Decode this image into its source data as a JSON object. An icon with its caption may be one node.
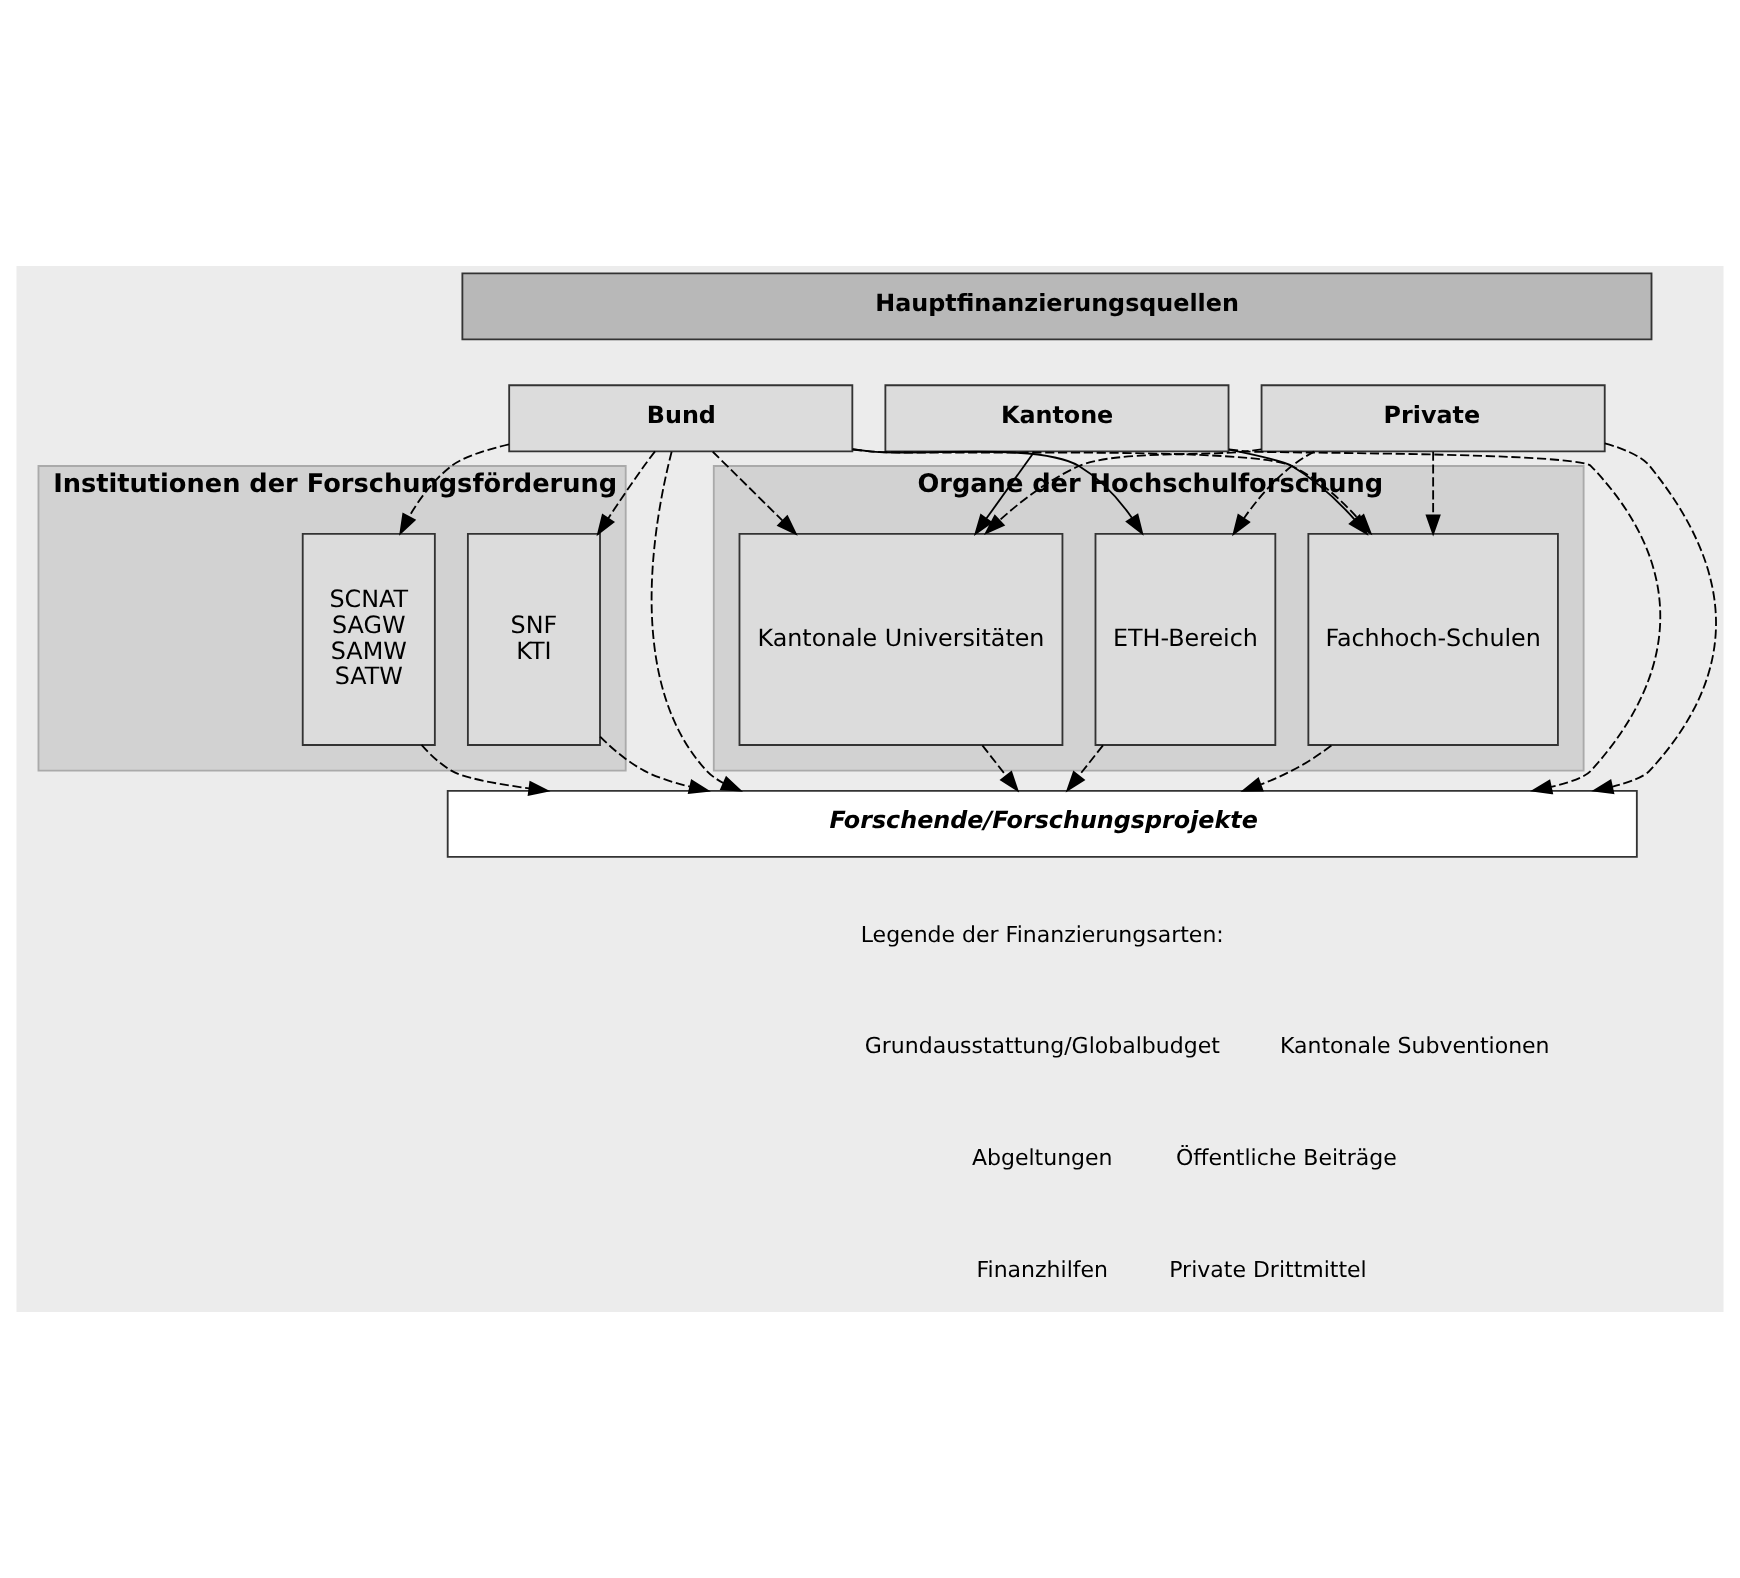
{
  "diagram": {
    "nodes": [
      {
        "text": [
          "Hauptfinanzierungsquellen"
        ]
      },
      {
        "text": [
          "Bund"
        ]
      },
      {
        "text": [
          "Kantone"
        ]
      },
      {
        "text": [
          "Private"
        ]
      },
      {
        "text": [
          "Institutionen der Forschungsförderung"
        ]
      },
      {
        "text": [
          "SNF",
          "KTI"
        ],
        "in": 4
      },
      {
        "text": [
          "SCNAT",
          "SAGW",
          "SAMW",
          "SATW"
        ],
        "in": 4
      },
      {
        "text": [
          "Organe der Hochschulforschung"
        ]
      },
      {
        "text": [
          "ETH-Bereich"
        ],
        "in": 7
      },
      {
        "text": [
          "Kantonale Universitäten"
        ],
        "in": 7
      },
      {
        "text": [
          "Fachhoch-Schulen"
        ],
        "in": 7
      },
      {
        "text": [
          "Forschende/Forschungsprojekte"
        ]
      }
    ],
    "edges": [
      {
        "from": 1,
        "to": 11,
        "arrow": "to",
        "style": "dashed"
      },
      {
        "from": 1,
        "to": 5,
        "arrow": "to",
        "style": "dashed"
      },
      {
        "from": 1,
        "to": 6,
        "arrow": "to",
        "style": "dashed"
      },
      {
        "from": 1,
        "to": 9,
        "arrow": "to",
        "style": "dashed"
      },
      {
        "from": 1,
        "to": 10,
        "arrow": "to",
        "style": "dashed"
      },
      {
        "from": 1,
        "to": 8,
        "arrow": "to"
      },
      {
        "from": 2,
        "to": 11,
        "arrow": "to",
        "style": "dashed"
      },
      {
        "from": 2,
        "to": 9,
        "arrow": "to"
      },
      {
        "from": 2,
        "to": 10,
        "arrow": "to"
      },
      {
        "from": 3,
        "to": 8,
        "arrow": "to",
        "style": "dashed"
      },
      {
        "from": 3,
        "to": 9,
        "arrow": "to",
        "style": "dashed"
      },
      {
        "from": 3,
        "to": 10,
        "arrow": "to",
        "style": "dashed"
      },
      {
        "from": 3,
        "to": 11,
        "arrow": "to",
        "style": "dashed"
      },
      {
        "from": 5,
        "to": 11,
        "arrow": "to",
        "style": "dashed"
      },
      {
        "from": 6,
        "to": 11,
        "arrow": "to",
        "style": "dashed"
      },
      {
        "from": 8,
        "to": 11,
        "arrow": "to",
        "style": "dashed"
      },
      {
        "from": 9,
        "to": 11,
        "arrow": "to",
        "style": "dashed"
      },
      {
        "from": 10,
        "to": 11,
        "arrow": "to",
        "style": "dashed"
      }
    ],
    "labels": [
      "Legende der Finanzierungsarten:"
    ],
    "legend": [
      {
        "text": "Grundausstattung/Globalbudget"
      },
      {
        "text": "Kantonale Subventionen"
      },
      {
        "text": "Abgeltungen"
      },
      {
        "text": "Öffentliche Beiträge"
      },
      {
        "text": "Finanzhilfen"
      },
      {
        "text": "Private Drittmittel"
      }
    ]
  }
}
